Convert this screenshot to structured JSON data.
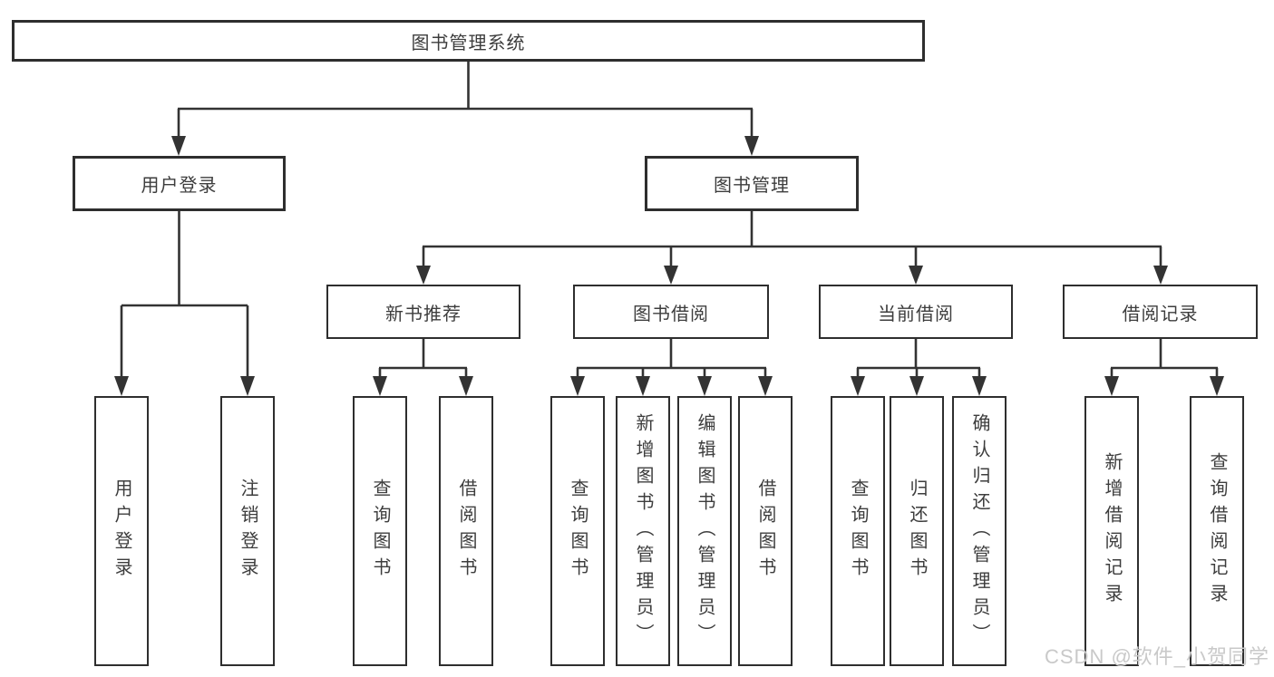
{
  "diagram_type": "functional-structure-tree",
  "tree": {
    "root": "图书管理系统",
    "branches": [
      {
        "label": "用户登录",
        "children": [
          "用户登录",
          "注销登录"
        ]
      },
      {
        "label": "图书管理",
        "groups": [
          {
            "label": "新书推荐",
            "children": [
              "查询图书",
              "借阅图书"
            ]
          },
          {
            "label": "图书借阅",
            "children": [
              "查询图书",
              "新增图书（管理员）",
              "编辑图书（管理员）",
              "借阅图书"
            ]
          },
          {
            "label": "当前借阅",
            "children": [
              "查询图书",
              "归还图书",
              "确认归还（管理员）"
            ]
          },
          {
            "label": "借阅记录",
            "children": [
              "新增借阅记录",
              "查询借阅记录"
            ]
          }
        ]
      }
    ]
  },
  "watermark": "CSDN @软件_小贺同学",
  "colors": {
    "line": "#333333",
    "border": "#2e2e2e",
    "text": "#3d3d3d",
    "box_bg": "#ffffff",
    "watermark": "#c9c9c9",
    "background": "#ffffff"
  }
}
